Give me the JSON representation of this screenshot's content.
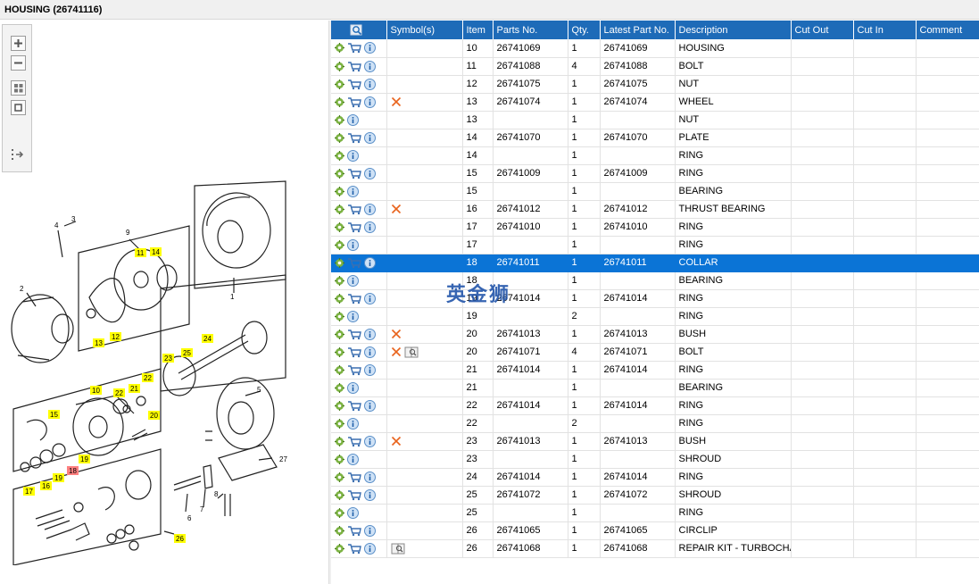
{
  "title": "HOUSING (26741116)",
  "watermark": "英金狮",
  "columns": {
    "symbols": "Symbol(s)",
    "item": "Item",
    "parts_no": "Parts No.",
    "qty": "Qty.",
    "latest": "Latest Part No.",
    "description": "Description",
    "cut_out": "Cut Out",
    "cut_in": "Cut In",
    "comment": "Comment"
  },
  "rows": [
    {
      "cart": true,
      "x": false,
      "book": false,
      "item": "10",
      "part": "26741069",
      "qty": "1",
      "latest": "26741069",
      "desc": "HOUSING"
    },
    {
      "cart": true,
      "x": false,
      "book": false,
      "item": "11",
      "part": "26741088",
      "qty": "4",
      "latest": "26741088",
      "desc": "BOLT"
    },
    {
      "cart": true,
      "x": false,
      "book": false,
      "item": "12",
      "part": "26741075",
      "qty": "1",
      "latest": "26741075",
      "desc": "NUT"
    },
    {
      "cart": true,
      "x": true,
      "book": false,
      "item": "13",
      "part": "26741074",
      "qty": "1",
      "latest": "26741074",
      "desc": "WHEEL"
    },
    {
      "cart": false,
      "x": false,
      "book": false,
      "item": "13",
      "part": "",
      "qty": "1",
      "latest": "",
      "desc": "NUT"
    },
    {
      "cart": true,
      "x": false,
      "book": false,
      "item": "14",
      "part": "26741070",
      "qty": "1",
      "latest": "26741070",
      "desc": "PLATE"
    },
    {
      "cart": false,
      "x": false,
      "book": false,
      "item": "14",
      "part": "",
      "qty": "1",
      "latest": "",
      "desc": "RING"
    },
    {
      "cart": true,
      "x": false,
      "book": false,
      "item": "15",
      "part": "26741009",
      "qty": "1",
      "latest": "26741009",
      "desc": "RING"
    },
    {
      "cart": false,
      "x": false,
      "book": false,
      "item": "15",
      "part": "",
      "qty": "1",
      "latest": "",
      "desc": "BEARING"
    },
    {
      "cart": true,
      "x": true,
      "book": false,
      "item": "16",
      "part": "26741012",
      "qty": "1",
      "latest": "26741012",
      "desc": "THRUST BEARING"
    },
    {
      "cart": true,
      "x": false,
      "book": false,
      "item": "17",
      "part": "26741010",
      "qty": "1",
      "latest": "26741010",
      "desc": "RING"
    },
    {
      "cart": false,
      "x": false,
      "book": false,
      "item": "17",
      "part": "",
      "qty": "1",
      "latest": "",
      "desc": "RING"
    },
    {
      "cart": true,
      "x": false,
      "book": false,
      "item": "18",
      "part": "26741011",
      "qty": "1",
      "latest": "26741011",
      "desc": "COLLAR",
      "selected": true
    },
    {
      "cart": false,
      "x": false,
      "book": false,
      "item": "18",
      "part": "",
      "qty": "1",
      "latest": "",
      "desc": "BEARING"
    },
    {
      "cart": true,
      "x": false,
      "book": false,
      "item": "19",
      "part": "26741014",
      "qty": "1",
      "latest": "26741014",
      "desc": "RING"
    },
    {
      "cart": false,
      "x": false,
      "book": false,
      "item": "19",
      "part": "",
      "qty": "2",
      "latest": "",
      "desc": "RING"
    },
    {
      "cart": true,
      "x": true,
      "book": false,
      "item": "20",
      "part": "26741013",
      "qty": "1",
      "latest": "26741013",
      "desc": "BUSH"
    },
    {
      "cart": true,
      "x": true,
      "book": true,
      "item": "20",
      "part": "26741071",
      "qty": "4",
      "latest": "26741071",
      "desc": "BOLT"
    },
    {
      "cart": true,
      "x": false,
      "book": false,
      "item": "21",
      "part": "26741014",
      "qty": "1",
      "latest": "26741014",
      "desc": "RING"
    },
    {
      "cart": false,
      "x": false,
      "book": false,
      "item": "21",
      "part": "",
      "qty": "1",
      "latest": "",
      "desc": "BEARING"
    },
    {
      "cart": true,
      "x": false,
      "book": false,
      "item": "22",
      "part": "26741014",
      "qty": "1",
      "latest": "26741014",
      "desc": "RING"
    },
    {
      "cart": false,
      "x": false,
      "book": false,
      "item": "22",
      "part": "",
      "qty": "2",
      "latest": "",
      "desc": "RING"
    },
    {
      "cart": true,
      "x": true,
      "book": false,
      "item": "23",
      "part": "26741013",
      "qty": "1",
      "latest": "26741013",
      "desc": "BUSH"
    },
    {
      "cart": false,
      "x": false,
      "book": false,
      "item": "23",
      "part": "",
      "qty": "1",
      "latest": "",
      "desc": "SHROUD"
    },
    {
      "cart": true,
      "x": false,
      "book": false,
      "item": "24",
      "part": "26741014",
      "qty": "1",
      "latest": "26741014",
      "desc": "RING"
    },
    {
      "cart": true,
      "x": false,
      "book": false,
      "item": "25",
      "part": "26741072",
      "qty": "1",
      "latest": "26741072",
      "desc": "SHROUD"
    },
    {
      "cart": false,
      "x": false,
      "book": false,
      "item": "25",
      "part": "",
      "qty": "1",
      "latest": "",
      "desc": "RING"
    },
    {
      "cart": true,
      "x": false,
      "book": false,
      "item": "26",
      "part": "26741065",
      "qty": "1",
      "latest": "26741065",
      "desc": "CIRCLIP"
    },
    {
      "cart": true,
      "x": false,
      "book": true,
      "item": "26",
      "part": "26741068",
      "qty": "1",
      "latest": "26741068",
      "desc": "REPAIR KIT - TURBOCHAR"
    }
  ],
  "diagram_labels": {
    "plain": [
      "1",
      "2",
      "3",
      "4",
      "5",
      "6",
      "7",
      "8",
      "9",
      "27"
    ],
    "yellow": [
      "10",
      "11",
      "12",
      "13",
      "14",
      "15",
      "16",
      "17",
      "19",
      "19",
      "20",
      "21",
      "22",
      "22",
      "23",
      "24",
      "25",
      "26"
    ],
    "red": [
      "18"
    ]
  },
  "icons": {
    "gear": "gear-icon",
    "cart": "cart-icon",
    "info": "info-icon",
    "cross": "cross-icon",
    "book": "book-icon",
    "search": "search-icon"
  },
  "colors": {
    "header": "#1e6bb8",
    "selected": "#0b74d6",
    "cross": "#e8631c",
    "label_yellow": "#ffff00",
    "label_red": "#ff8080"
  }
}
